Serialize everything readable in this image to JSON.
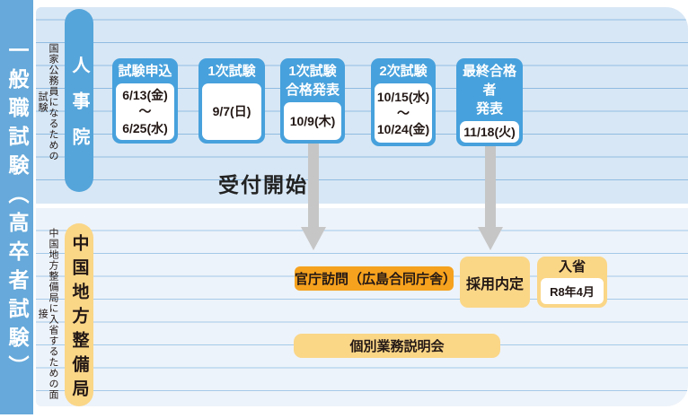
{
  "page": {
    "left_bar_title": "一般職試験（高卒者試験）"
  },
  "jinjiin": {
    "side_note": "国家公務員になるための試験",
    "org_label": "人事院",
    "boxes": [
      {
        "title": "試験申込",
        "dates": "6/13(金)\n～\n6/25(水)"
      },
      {
        "title": "1次試験",
        "dates": "9/7(日)"
      },
      {
        "title": "1次試験\n合格発表",
        "dates": "10/9(木)"
      },
      {
        "title": "2次試験",
        "dates": "10/15(水)\n～\n10/24(金)"
      },
      {
        "title": "最終合格者\n発表",
        "dates": "11/18(火)"
      }
    ],
    "reception_label": "受付開始"
  },
  "bureau": {
    "side_note": "中国地方整備局に入省するための面接",
    "org_label": "中国地方整備局",
    "visit_box": "官庁訪問（広島合同庁舎）",
    "offer_box": "採用内定",
    "entry_box": {
      "title": "入省",
      "date": "R8年4月"
    },
    "briefing_box": "個別業務説明会"
  },
  "colors": {
    "banner_blue": "#66a9da",
    "pill_blue": "#55a5da",
    "box_header_blue": "#47a1dc",
    "panel_top_bg": "#d8e7f5",
    "panel_bottom_bg": "#edf3fa",
    "rule_line_blue": "#8fbce2",
    "orange_bright": "#f6a21e",
    "orange_light": "#fad687",
    "arrow_gray": "#c6c6c6",
    "text_dark": "#231815"
  }
}
